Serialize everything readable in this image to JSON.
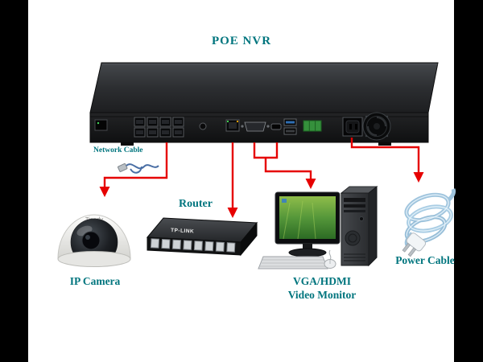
{
  "title": "POE NVR",
  "labels": {
    "network_cable": "Network Cable",
    "router": "Router",
    "ip_camera": "IP Camera",
    "monitor_line1": "VGA/HDMI",
    "monitor_line2": "Video Monitor",
    "power_cable": "Power Cable"
  },
  "devices": {
    "camera_brand": "Tiandy",
    "router_brand": "TP-LINK"
  },
  "colors": {
    "label_teal": "#00757E",
    "arrow_red": "#E60000",
    "background": "#FFFFFF",
    "side_bars": "#000000"
  }
}
